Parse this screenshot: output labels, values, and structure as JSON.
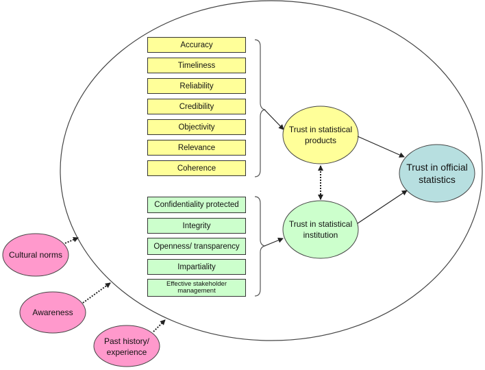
{
  "diagram": {
    "title": "Trust in official statistics model",
    "colors": {
      "product_attributes": "#ffff99",
      "institution_attributes": "#ccffcc",
      "trust_products": "#ffff99",
      "trust_institution": "#ccffcc",
      "trust_official": "#b7dfe0",
      "external_factors": "#ff99cc"
    },
    "product_attributes": [
      "Accuracy",
      "Timeliness",
      "Reliability",
      "Credibility",
      "Objectivity",
      "Relevance",
      "Coherence"
    ],
    "institution_attributes": [
      "Confidentiality protected",
      "Integrity",
      "Openness/ transparency",
      "Impartiality",
      "Effective stakeholder management"
    ],
    "nodes": {
      "trust_products": "Trust in statistical products",
      "trust_institution": "Trust in statistical institution",
      "trust_official": "Trust in official statistics"
    },
    "external_factors": [
      "Cultural norms",
      "Awareness",
      "Past history/ experience"
    ],
    "edges": [
      {
        "from": "product_attributes",
        "to": "trust_products",
        "style": "solid"
      },
      {
        "from": "institution_attributes",
        "to": "trust_institution",
        "style": "solid"
      },
      {
        "from": "trust_products",
        "to": "trust_institution",
        "style": "dotted-bidirectional"
      },
      {
        "from": "trust_products",
        "to": "trust_official",
        "style": "solid"
      },
      {
        "from": "trust_institution",
        "to": "trust_official",
        "style": "solid"
      },
      {
        "from": "Cultural norms",
        "to": "context",
        "style": "dotted"
      },
      {
        "from": "Awareness",
        "to": "context",
        "style": "dotted"
      },
      {
        "from": "Past history/ experience",
        "to": "context",
        "style": "dotted"
      }
    ]
  }
}
